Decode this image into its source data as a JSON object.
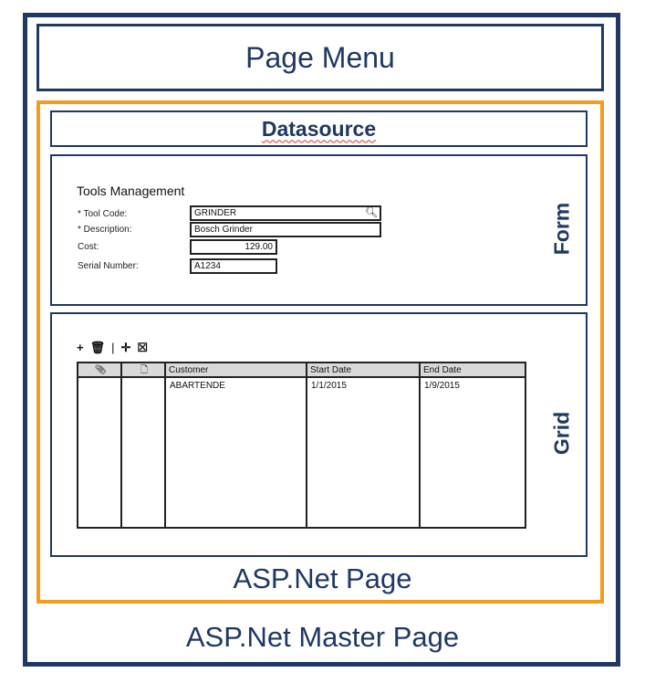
{
  "labels": {
    "page_menu": "Page Menu",
    "datasource": "Datasource",
    "form": "Form",
    "grid": "Grid",
    "asp_page": "ASP.Net Page",
    "master_page": "ASP.Net Master Page"
  },
  "form": {
    "title": "Tools Management",
    "fields": [
      {
        "label": "* Tool Code:",
        "value": "GRINDER",
        "icon": "magnifier-icon"
      },
      {
        "label": "* Description:",
        "value": "Bosch Grinder"
      },
      {
        "label": "Cost:",
        "value": "129.00"
      },
      {
        "label": "Serial Number:",
        "value": "A1234"
      }
    ]
  },
  "grid": {
    "toolbar_icons": [
      "plus-icon",
      "trash-icon",
      "separator",
      "move-icon",
      "delete-file-icon"
    ],
    "columns": [
      "",
      "",
      "Customer",
      "Start Date",
      "End Date"
    ],
    "header_icons": [
      "paperclip-icon",
      "document-icon"
    ],
    "rows": [
      [
        "",
        "",
        "ABARTENDE",
        "1/1/2015",
        "1/9/2015"
      ]
    ]
  },
  "colors": {
    "navy": "#1f3864",
    "orange": "#f39c1f",
    "header_gray": "#d9d9d9"
  }
}
